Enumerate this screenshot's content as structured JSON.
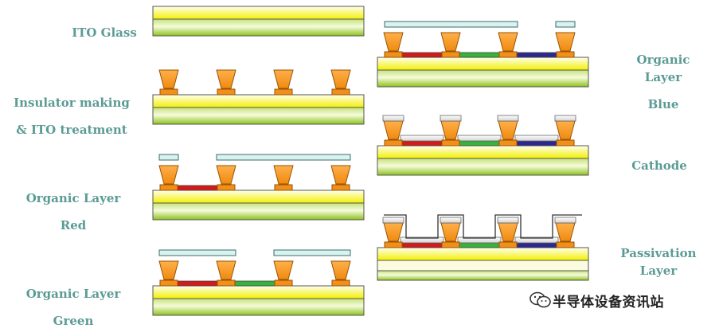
{
  "title": "",
  "colors": {
    "glass_light": "#f5fbd8",
    "glass_dark": "#8cc21a",
    "ito_light": "#fffff0",
    "ito_dark": "#f3f000",
    "insulator": "#f0901a",
    "insulator_edge": "#9a5200",
    "red": "#d41a1a",
    "green": "#36b33a",
    "blue": "#2c2890",
    "mask": "#d8f3f0",
    "cathode": "#e8e8e8",
    "passivation": "#fbfbe0",
    "label": "#5b9b95"
  },
  "steps": [
    {
      "id": "ito-glass",
      "label_lines": [
        "ITO Glass"
      ],
      "insulators": false,
      "mask": "none",
      "organic": [],
      "cathode": false,
      "passivation": false
    },
    {
      "id": "insulator",
      "label_lines": [
        "Insulator making",
        "& ITO treatment"
      ],
      "insulators": true,
      "mask": "none",
      "organic": [],
      "cathode": false,
      "passivation": false
    },
    {
      "id": "organic-red",
      "label_lines": [
        "Organic Layer",
        "Red"
      ],
      "insulators": true,
      "mask": "red",
      "organic": [
        "red"
      ],
      "cathode": false,
      "passivation": false
    },
    {
      "id": "organic-green",
      "label_lines": [
        "Organic Layer",
        "Green"
      ],
      "insulators": true,
      "mask": "green",
      "organic": [
        "red",
        "green"
      ],
      "cathode": false,
      "passivation": false
    },
    {
      "id": "organic-blue",
      "label_lines": [
        "Organic",
        "Layer",
        "Blue"
      ],
      "insulators": true,
      "mask": "blue",
      "organic": [
        "red",
        "green",
        "blue"
      ],
      "cathode": false,
      "passivation": false
    },
    {
      "id": "cathode",
      "label_lines": [
        "Cathode"
      ],
      "insulators": true,
      "mask": "none",
      "organic": [
        "red",
        "green",
        "blue"
      ],
      "cathode": true,
      "passivation": false
    },
    {
      "id": "passivation",
      "label_lines": [
        "Passivation",
        "Layer"
      ],
      "insulators": true,
      "mask": "none",
      "organic": [
        "red",
        "green",
        "blue"
      ],
      "cathode": true,
      "passivation": true
    }
  ],
  "watermark": {
    "text": "半导体设备资讯站",
    "icon": "wechat-icon"
  }
}
